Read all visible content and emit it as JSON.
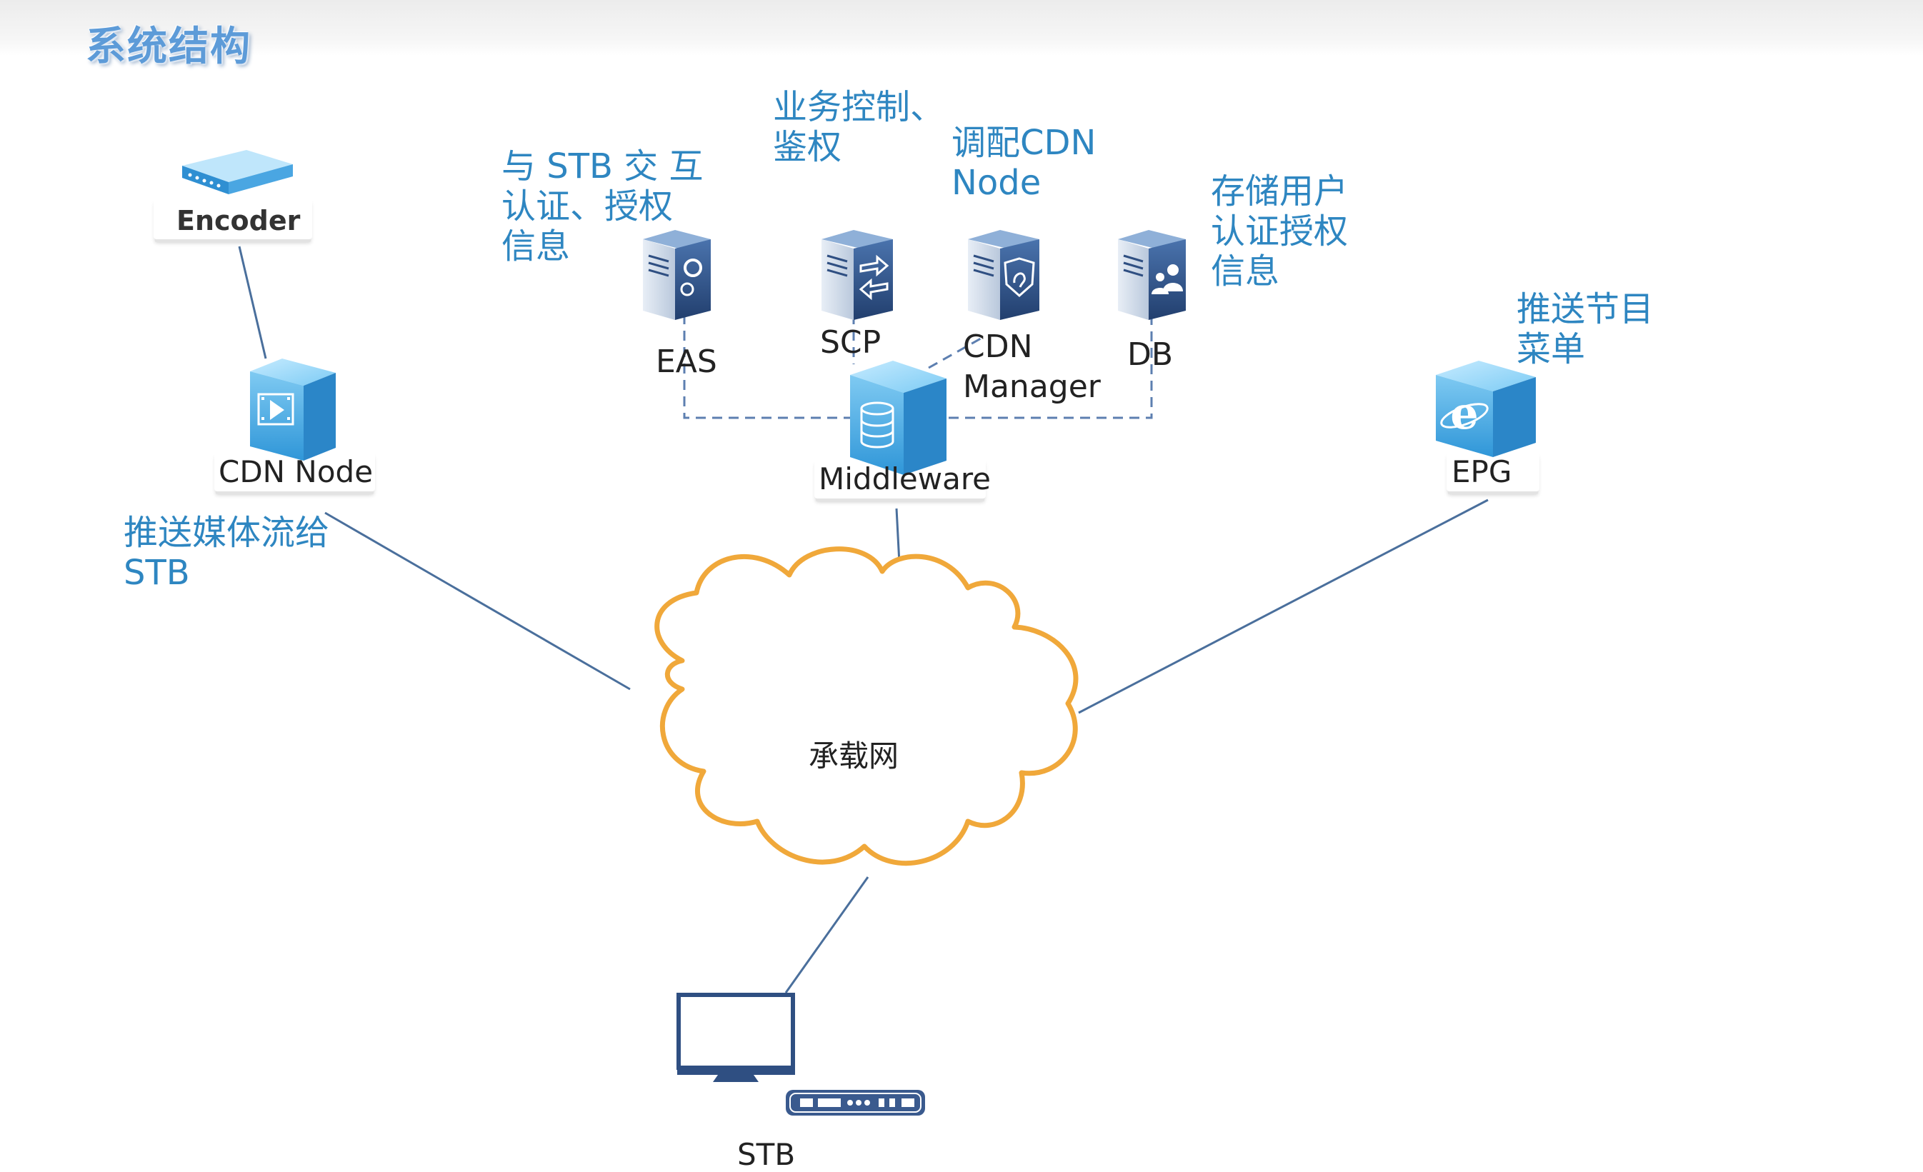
{
  "title": "系统结构",
  "nodes": {
    "encoder": "Encoder",
    "cdn_node": "CDN Node",
    "eas": "EAS",
    "scp": "SCP",
    "cdn_manager": "CDN\nManager",
    "db": "DB",
    "middleware": "Middleware",
    "epg": "EPG",
    "network": "承载网",
    "stb": "STB"
  },
  "notes": {
    "eas": "与 STB 交 互\n认证、授权\n信息",
    "scp": "业务控制、\n鉴权",
    "cdn_manager": "调配CDN\nNode",
    "db": "存储用户\n认证授权\n信息",
    "epg": "推送节目\n菜单",
    "cdn_node": "推送媒体流给\nSTB"
  },
  "colors": {
    "note_text": "#2e86c1",
    "cloud_stroke": "#f0a83a",
    "link": "#4a6f9c",
    "server_dark": "#2f4f82",
    "device_blue": "#49a8e0"
  },
  "icons": {
    "eas": "server-gear-icon",
    "scp": "server-arrows-icon",
    "cdn_manager": "server-shield-icon",
    "db": "server-users-icon",
    "middleware": "database-cube-icon",
    "cdn_node": "video-cube-icon",
    "epg": "ie-browser-cube-icon",
    "encoder": "encoder-device-icon",
    "stb": "tv-settop-icon"
  }
}
